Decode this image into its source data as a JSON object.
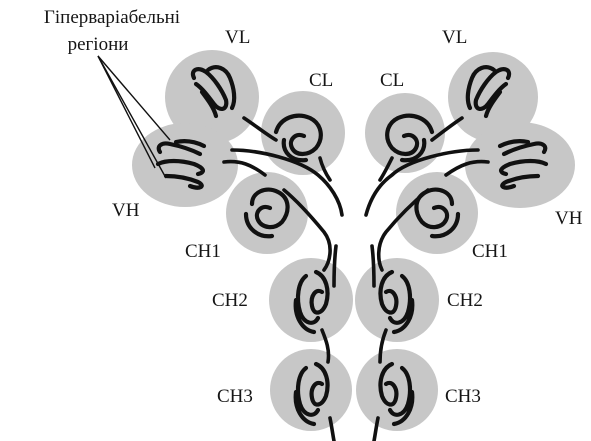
{
  "annotation": {
    "line1": "Гіперваріабельні",
    "line2": "регіони"
  },
  "labels": {
    "vl_left": "VL",
    "vl_right": "VL",
    "cl_left": "CL",
    "cl_right": "CL",
    "vh_left": "VH",
    "vh_right": "VH",
    "ch1_left": "CH1",
    "ch1_right": "CH1",
    "ch2_left": "CH2",
    "ch2_right": "CH2",
    "ch3_left": "CH3",
    "ch3_right": "CH3"
  }
}
